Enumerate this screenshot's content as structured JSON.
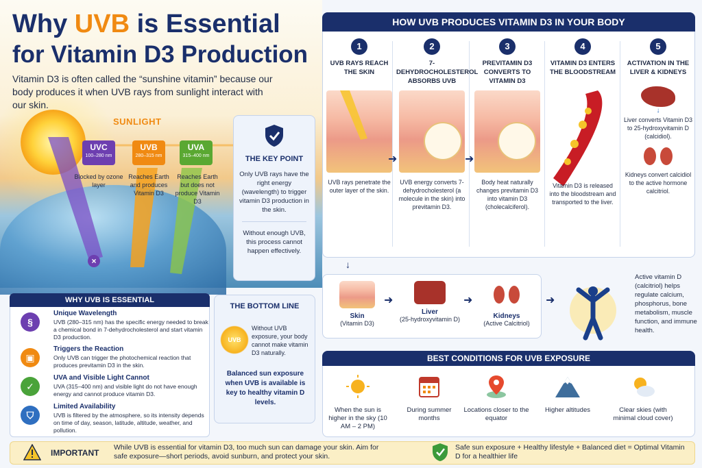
{
  "header": {
    "title_pre": "Why ",
    "title_highlight": "UVB",
    "title_post": " is Essential",
    "title_line2": "for Vitamin D3 Production",
    "intro": "Vitamin D3 is often called the “sunshine vitamin” because our body produces it when UVB rays from sunlight interact with our skin."
  },
  "sunlight": {
    "label": "SUNLIGHT",
    "bands": [
      {
        "name": "UVC",
        "range": "100–280 nm",
        "note": "Blocked by ozone layer",
        "color": "#6d3fb0"
      },
      {
        "name": "UVB",
        "range": "280–315 nm",
        "note": "Reaches Earth and produces Vitamin D3",
        "color": "#f08a12"
      },
      {
        "name": "UVA",
        "range": "315–400 nm",
        "note": "Reaches Earth but does not produce Vitamin D3",
        "color": "#5aa832"
      }
    ]
  },
  "key_point": {
    "icon": "shield-check-icon",
    "title": "THE KEY POINT",
    "text1": "Only UVB rays have the right energy (wavelength) to trigger vitamin D3 production in the skin.",
    "text2": "Without enough UVB, this process cannot happen effectively."
  },
  "how": {
    "title": "HOW UVB PRODUCES VITAMIN D3 IN YOUR BODY",
    "steps": [
      {
        "num": "1",
        "title": "UVB RAYS REACH THE SKIN",
        "desc": "UVB rays penetrate the outer layer of the skin."
      },
      {
        "num": "2",
        "title": "7-DEHYDROCHOLESTEROL ABSORBS UVB",
        "desc": "UVB energy converts 7-dehydrocholesterol (a molecule in the skin) into previtamin D3."
      },
      {
        "num": "3",
        "title": "PREVITAMIN D3 CONVERTS TO VITAMIN D3",
        "desc": "Body heat naturally changes previtamin D3 into vitamin D3 (cholecalciferol)."
      },
      {
        "num": "4",
        "title": "VITAMIN D3 ENTERS THE BLOODSTREAM",
        "desc": "Vitamin D3 is released into the bloodstream and transported to the liver."
      },
      {
        "num": "5",
        "title": "ACTIVATION IN THE LIVER & KIDNEYS",
        "desc_liver": "Liver converts Vitamin D3 to 25-hydroxyvitamin D (calcidiol).",
        "desc_kidney": "Kidneys convert calcidiol to the active hormone calcitriol."
      }
    ]
  },
  "flow": {
    "items": [
      {
        "name": "Skin",
        "sub": "(Vitamin D3)"
      },
      {
        "name": "Liver",
        "sub": "(25-hydroxyvitamin D)"
      },
      {
        "name": "Kidneys",
        "sub": "(Active Calcitriol)"
      }
    ],
    "active_text": "Active vitamin D (calcitriol) helps regulate calcium, phosphorus, bone metabolism, muscle function, and immune health."
  },
  "why": {
    "title": "WHY UVB IS ESSENTIAL",
    "items": [
      {
        "title": "Unique Wavelength",
        "desc": "UVB (280–315 nm) has the specific energy needed to break a chemical bond in 7-dehydrocholesterol and start vitamin D3 production.",
        "icon": "dna-icon",
        "color": "#6d3fb0"
      },
      {
        "title": "Triggers the Reaction",
        "desc": "Only UVB can trigger the photochemical reaction that produces previtamin D3 in the skin.",
        "icon": "lock-icon",
        "color": "#f08a12"
      },
      {
        "title": "UVA and Visible Light Cannot",
        "desc": "UVA (315–400 nm) and visible light do not have enough energy and cannot produce vitamin D3.",
        "icon": "check-icon",
        "color": "#4aa33a"
      },
      {
        "title": "Limited Availability",
        "desc": "UVB is filtered by the atmosphere, so its intensity depends on time of day, season, latitude, altitude, weather, and pollution.",
        "icon": "shield-icon",
        "color": "#2f6fc0"
      }
    ]
  },
  "bottom_line": {
    "title": "THE BOTTOM LINE",
    "sun_label": "UVB",
    "text1": "Without UVB exposure, your body cannot make vitamin D3 naturally.",
    "text2": "Balanced sun exposure when UVB is available is key to healthy vitamin D levels."
  },
  "best": {
    "title": "BEST CONDITIONS FOR UVB EXPOSURE",
    "items": [
      {
        "text": "When the sun is higher in the sky (10 AM – 2 PM)",
        "icon": "sun-icon"
      },
      {
        "text": "During summer months",
        "icon": "calendar-icon"
      },
      {
        "text": "Locations closer to the equator",
        "icon": "map-pin-icon"
      },
      {
        "text": "Higher altitudes",
        "icon": "mountain-icon"
      },
      {
        "text": "Clear skies (with minimal cloud cover)",
        "icon": "partly-cloudy-icon"
      }
    ]
  },
  "important": {
    "label": "IMPORTANT",
    "text": "While UVB is essential for vitamin D3, too much sun can damage your skin. Aim for safe exposure—short periods, avoid sunburn, and protect your skin.",
    "text2": "Safe sun exposure + Healthy lifestyle + Balanced diet = Optimal Vitamin D for a healthier life"
  }
}
